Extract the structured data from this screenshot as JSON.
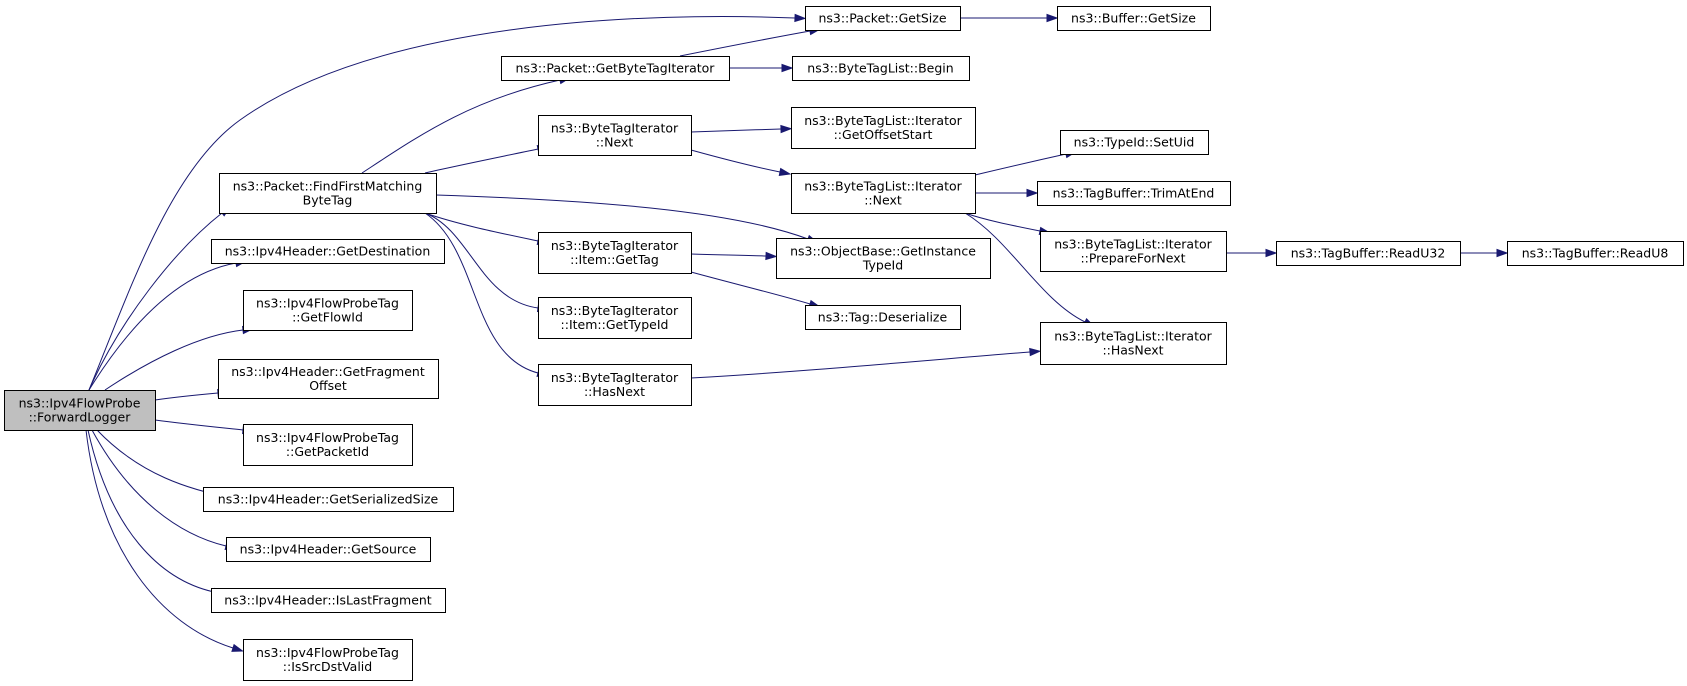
{
  "graph": {
    "edge_color": "#191970",
    "root_fill": "#bfbfbf",
    "node_fill": "#ffffff",
    "nodes": [
      {
        "id": "fwdlogger",
        "root": true,
        "lines": [
          "ns3::Ipv4FlowProbe",
          "::ForwardLogger"
        ]
      },
      {
        "id": "pktgetsize",
        "lines": [
          "ns3::Packet::GetSize"
        ]
      },
      {
        "id": "bufgetsize",
        "lines": [
          "ns3::Buffer::GetSize"
        ]
      },
      {
        "id": "getbytetagiter",
        "lines": [
          "ns3::Packet::GetByteTagIterator"
        ]
      },
      {
        "id": "btlbegin",
        "lines": [
          "ns3::ByteTagList::Begin"
        ]
      },
      {
        "id": "findfirst",
        "lines": [
          "ns3::Packet::FindFirstMatching",
          "ByteTag"
        ]
      },
      {
        "id": "btinext",
        "lines": [
          "ns3::ByteTagIterator",
          "::Next"
        ]
      },
      {
        "id": "btlioffset",
        "lines": [
          "ns3::ByteTagList::Iterator",
          "::GetOffsetStart"
        ]
      },
      {
        "id": "btlinext",
        "lines": [
          "ns3::ByteTagList::Iterator",
          "::Next"
        ]
      },
      {
        "id": "typeidsetuid",
        "lines": [
          "ns3::TypeId::SetUid"
        ]
      },
      {
        "id": "tagbuftrim",
        "lines": [
          "ns3::TagBuffer::TrimAtEnd"
        ]
      },
      {
        "id": "btliprepare",
        "lines": [
          "ns3::ByteTagList::Iterator",
          "::PrepareForNext"
        ]
      },
      {
        "id": "tagbufread32",
        "lines": [
          "ns3::TagBuffer::ReadU32"
        ]
      },
      {
        "id": "tagbufread8",
        "lines": [
          "ns3::TagBuffer::ReadU8"
        ]
      },
      {
        "id": "btlihasnext",
        "lines": [
          "ns3::ByteTagList::Iterator",
          "::HasNext"
        ]
      },
      {
        "id": "btiitemgettag",
        "lines": [
          "ns3::ByteTagIterator",
          "::Item::GetTag"
        ]
      },
      {
        "id": "objbase",
        "lines": [
          "ns3::ObjectBase::GetInstance",
          "TypeId"
        ]
      },
      {
        "id": "tagdeser",
        "lines": [
          "ns3::Tag::Deserialize"
        ]
      },
      {
        "id": "btiitemtypeid",
        "lines": [
          "ns3::ByteTagIterator",
          "::Item::GetTypeId"
        ]
      },
      {
        "id": "btihasnext",
        "lines": [
          "ns3::ByteTagIterator",
          "::HasNext"
        ]
      },
      {
        "id": "getdest",
        "lines": [
          "ns3::Ipv4Header::GetDestination"
        ]
      },
      {
        "id": "getflowid",
        "lines": [
          "ns3::Ipv4FlowProbeTag",
          "::GetFlowId"
        ]
      },
      {
        "id": "getfragoff",
        "lines": [
          "ns3::Ipv4Header::GetFragment",
          "Offset"
        ]
      },
      {
        "id": "getpktid",
        "lines": [
          "ns3::Ipv4FlowProbeTag",
          "::GetPacketId"
        ]
      },
      {
        "id": "getsersize",
        "lines": [
          "ns3::Ipv4Header::GetSerializedSize"
        ]
      },
      {
        "id": "getsource",
        "lines": [
          "ns3::Ipv4Header::GetSource"
        ]
      },
      {
        "id": "islastfrag",
        "lines": [
          "ns3::Ipv4Header::IsLastFragment"
        ]
      },
      {
        "id": "issrcdst",
        "lines": [
          "ns3::Ipv4FlowProbeTag",
          "::IsSrcDstValid"
        ]
      }
    ],
    "edges": [
      {
        "from": "fwdlogger",
        "to": "pktgetsize"
      },
      {
        "from": "fwdlogger",
        "to": "findfirst"
      },
      {
        "from": "fwdlogger",
        "to": "getdest"
      },
      {
        "from": "fwdlogger",
        "to": "getflowid"
      },
      {
        "from": "fwdlogger",
        "to": "getfragoff"
      },
      {
        "from": "fwdlogger",
        "to": "getpktid"
      },
      {
        "from": "fwdlogger",
        "to": "getsersize"
      },
      {
        "from": "fwdlogger",
        "to": "getsource"
      },
      {
        "from": "fwdlogger",
        "to": "islastfrag"
      },
      {
        "from": "fwdlogger",
        "to": "issrcdst"
      },
      {
        "from": "pktgetsize",
        "to": "bufgetsize"
      },
      {
        "from": "getbytetagiter",
        "to": "pktgetsize"
      },
      {
        "from": "getbytetagiter",
        "to": "btlbegin"
      },
      {
        "from": "findfirst",
        "to": "getbytetagiter"
      },
      {
        "from": "findfirst",
        "to": "btinext"
      },
      {
        "from": "findfirst",
        "to": "objbase"
      },
      {
        "from": "findfirst",
        "to": "btiitemgettag"
      },
      {
        "from": "findfirst",
        "to": "btiitemtypeid"
      },
      {
        "from": "findfirst",
        "to": "btihasnext"
      },
      {
        "from": "btinext",
        "to": "btlioffset"
      },
      {
        "from": "btinext",
        "to": "btlinext"
      },
      {
        "from": "btlinext",
        "to": "typeidsetuid"
      },
      {
        "from": "btlinext",
        "to": "tagbuftrim"
      },
      {
        "from": "btlinext",
        "to": "btliprepare"
      },
      {
        "from": "btlinext",
        "to": "btlihasnext"
      },
      {
        "from": "btliprepare",
        "to": "tagbufread32"
      },
      {
        "from": "tagbufread32",
        "to": "tagbufread8"
      },
      {
        "from": "btiitemgettag",
        "to": "objbase"
      },
      {
        "from": "btiitemgettag",
        "to": "tagdeser"
      },
      {
        "from": "btihasnext",
        "to": "btlihasnext"
      }
    ]
  }
}
